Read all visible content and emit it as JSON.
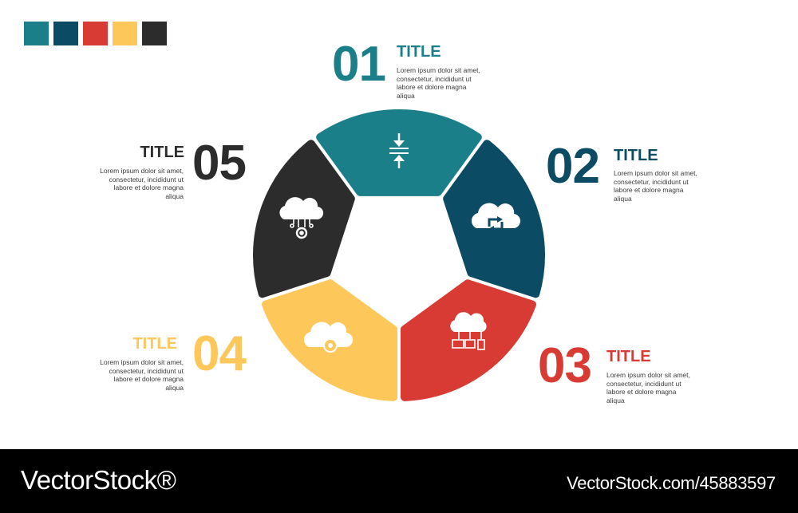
{
  "palette": {
    "teal": "#1b7f8a",
    "navy": "#0b4b63",
    "red": "#d83a34",
    "yellow": "#fdc75a",
    "charcoal": "#2c2c2c"
  },
  "swatch_colors": [
    "#1b7f8a",
    "#0b4b63",
    "#d83a34",
    "#fdc75a",
    "#2c2c2c"
  ],
  "steps": [
    {
      "number": "01",
      "title": "TITLE",
      "text": "Lorem ipsum dolor sit amet, consectetur, incididunt ut labore et dolore magna aliqua",
      "color": "#1b7f8a",
      "icon": "compress-arrows-icon"
    },
    {
      "number": "02",
      "title": "TITLE",
      "text": "Lorem ipsum dolor sit amet, consectetur, incididunt ut labore et dolore magna aliqua",
      "color": "#0b4b63",
      "icon": "cloud-sync-icon"
    },
    {
      "number": "03",
      "title": "TITLE",
      "text": "Lorem ipsum dolor sit amet, consectetur, incididunt ut labore et dolore magna aliqua",
      "color": "#d83a34",
      "icon": "cloud-devices-icon"
    },
    {
      "number": "04",
      "title": "TITLE",
      "text": "Lorem ipsum dolor sit amet, consectetur, incididunt ut labore et dolore magna aliqua",
      "color": "#fdc75a",
      "icon": "cloud-gears-icon"
    },
    {
      "number": "05",
      "title": "TITLE",
      "text": "Lorem ipsum dolor sit amet, consectetur, incididunt ut labore et dolore magna aliqua",
      "color": "#2c2c2c",
      "icon": "cloud-circuit-gear-icon"
    }
  ],
  "footer": {
    "brand": "VectorStock®",
    "url": "VectorStock.com/45883597"
  }
}
